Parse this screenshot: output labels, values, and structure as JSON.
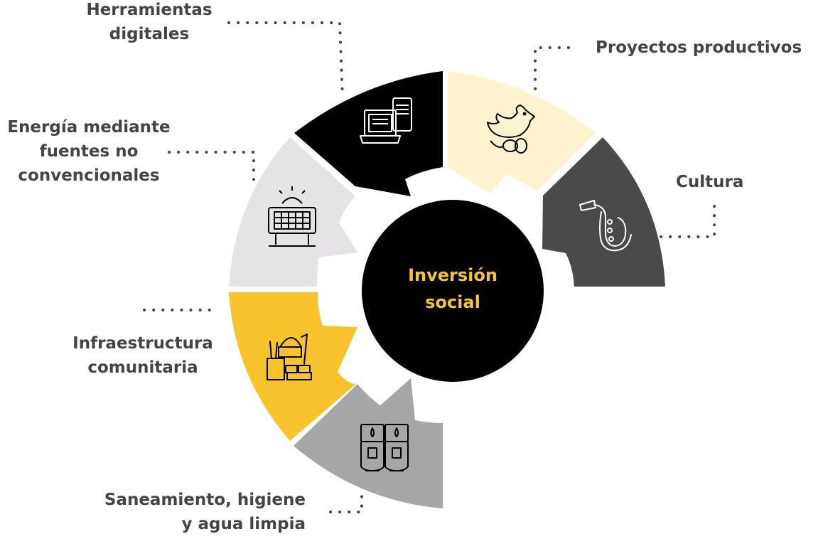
{
  "center": {
    "line1": "Inversión",
    "line2": "social"
  },
  "segments": [
    {
      "id": "herramientas",
      "line1": "Herramientas",
      "line2": "digitales",
      "color": "#000000",
      "icon": "computer-devices-icon"
    },
    {
      "id": "proyectos",
      "line1": "Proyectos productivos",
      "color": "#fff3cf",
      "icon": "rooster-eggs-icon"
    },
    {
      "id": "cultura",
      "line1": "Cultura",
      "color": "#4a4a4a",
      "icon": "saxophone-icon"
    },
    {
      "id": "energia",
      "line1": "Energía mediante",
      "line2": "fuentes no",
      "line3": "convencionales",
      "color": "#e6e3e6",
      "icon": "solar-panel-icon"
    },
    {
      "id": "infraestructura",
      "line1": "Infraestructura",
      "line2": "comunitaria",
      "color": "#f8c32d",
      "icon": "construction-tools-icon"
    },
    {
      "id": "saneamiento",
      "line1": "Saneamiento, higiene",
      "line2": "y agua limpia",
      "color": "#a6a6a6",
      "icon": "water-dispensers-icon"
    }
  ],
  "colors": {
    "label_text": "#444444",
    "center_fill": "#000000",
    "center_text": "#f8c32d",
    "dots": "#444444"
  }
}
